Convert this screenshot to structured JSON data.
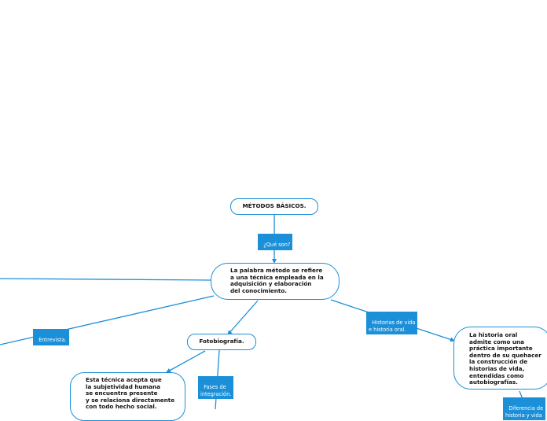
{
  "colors": {
    "accent": "#1b8fd8",
    "node_text": "#111111",
    "tag_text": "#ffffff",
    "background": "#ffffff"
  },
  "nodes": {
    "root": "MÉTODOS BÁSICOS.",
    "definition": "La palabra método se refiere\na una técnica empleada en la\nadquisición y elaboración\ndel conocimiento.",
    "fotobiografia": "Fotobiografía.",
    "subjetividad": "Esta técnica acepta que\nla subjetividad humana\nse encuentra presente\ny se relaciona directamente\ncon todo hecho social.",
    "historia_oral": "La historia oral\nadmite como una\npráctica importante\ndentro de su quehacer\nla construcción de\nhistorias de vida,\nentendidas como\nautobiografías."
  },
  "tags": {
    "que_son": "¿Qué son?",
    "entrevista": "Entrevista.",
    "historias_vida": "Historias de vida\ne historia oral.",
    "fases": "Fases de\nintegración.",
    "diferencia": "Diferencia de\nhistoria y vida"
  }
}
